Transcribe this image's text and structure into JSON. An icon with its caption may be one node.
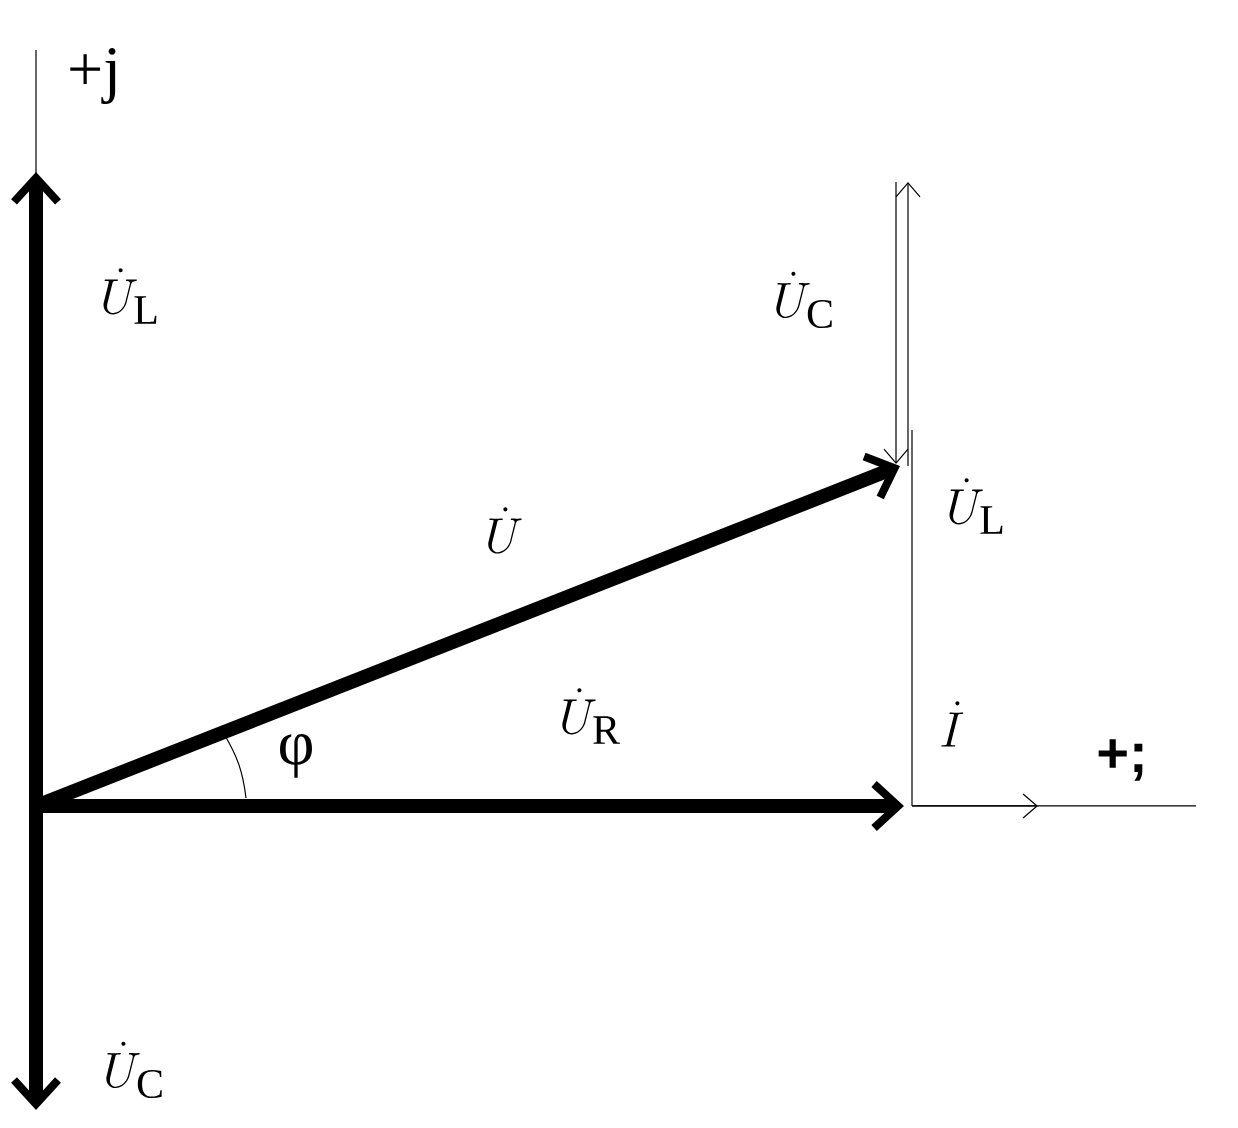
{
  "diagram": {
    "labels": [
      "+j",
      "\\dot{U}_{\\mathrm{L}}",
      "\\dot{U}_{\\mathrm{C}}",
      "\\dot{U}_{\\mathrm{L}}",
      "\\dot{U}",
      "\\dot{U}_{\\mathrm{R}}",
      "φ",
      "\\dot{I}",
      "+;",
      "\\dot{U}_{\\mathrm{C}}"
    ]
  }
}
